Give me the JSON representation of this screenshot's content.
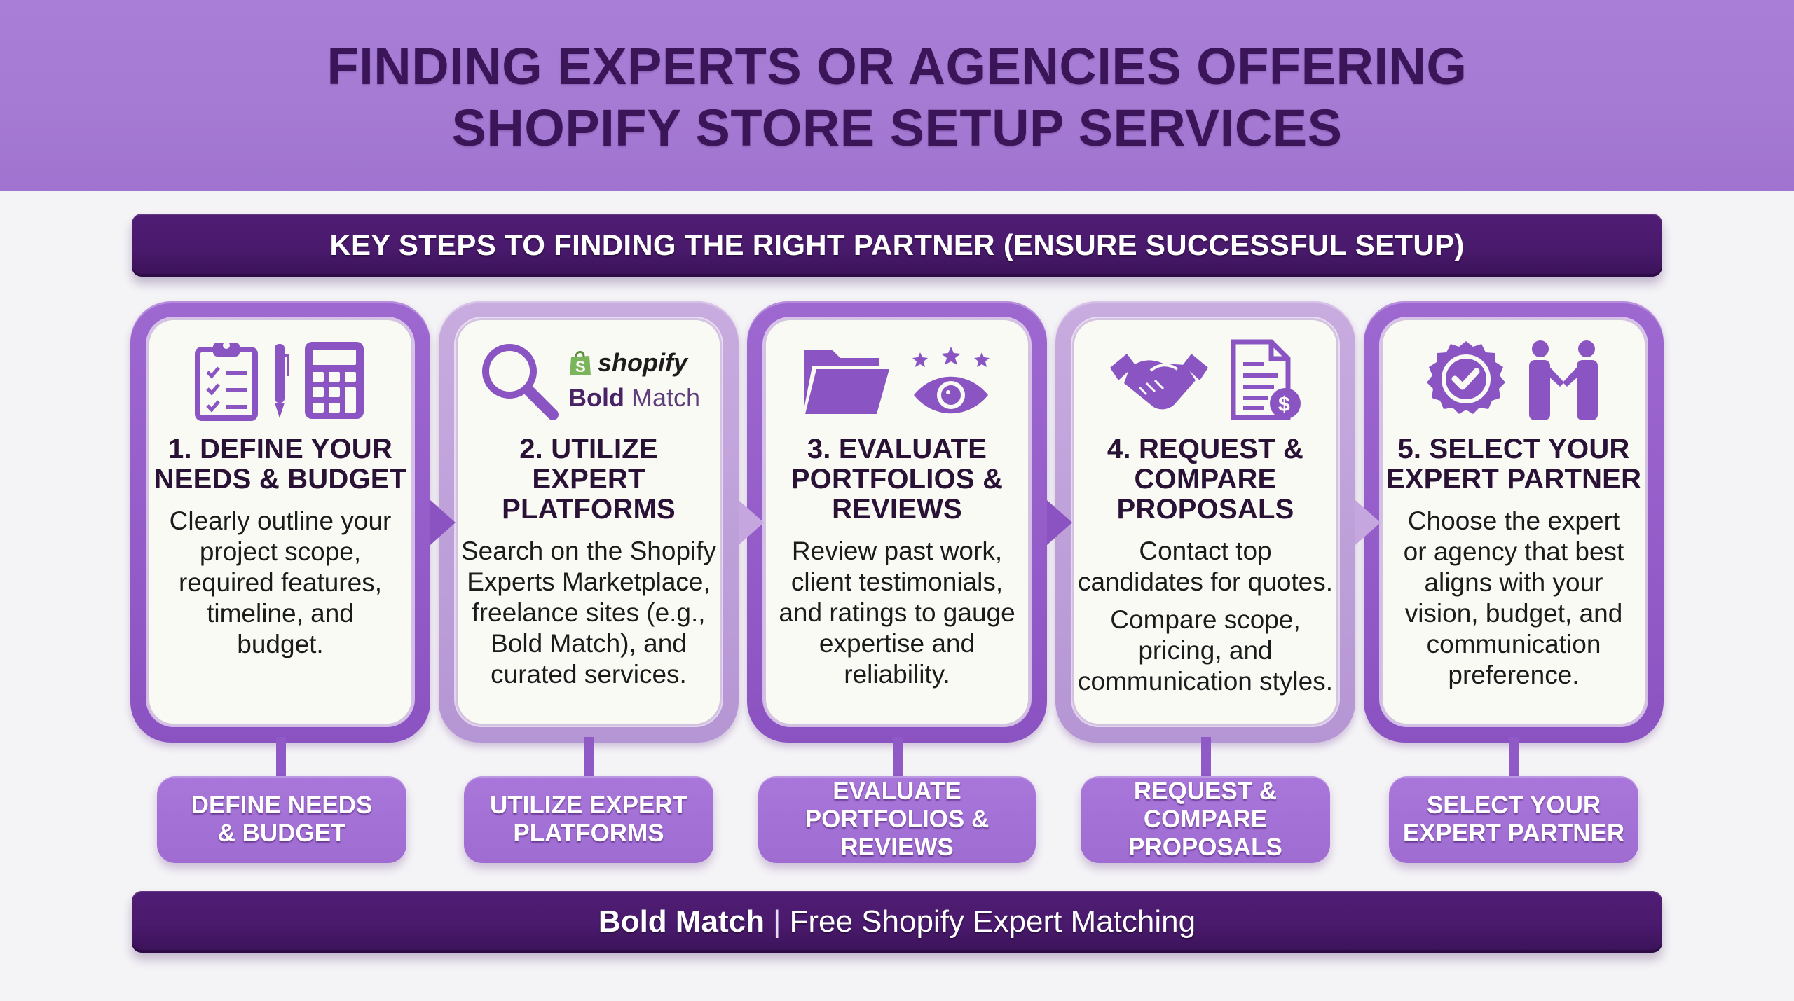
{
  "header": {
    "title_lines": [
      "FINDING EXPERTS OR AGENCIES OFFERING",
      "SHOPIFY STORE SETUP SERVICES"
    ]
  },
  "subheader": {
    "text": "KEY STEPS TO FINDING THE RIGHT PARTNER (ENSURE SUCCESSFUL SETUP)"
  },
  "steps": [
    {
      "title": "1. DEFINE YOUR NEEDS & BUDGET",
      "title_lines": [
        "1. DEFINE YOUR",
        "NEEDS & BUDGET"
      ],
      "description": [
        "Clearly outline your project scope, required features, timeline, and budget."
      ],
      "icons": [
        "clipboard-checklist-icon",
        "pen-icon",
        "calculator-icon"
      ],
      "label": "DEFINE NEEDS & BUDGET",
      "label_lines": [
        "DEFINE NEEDS",
        "& BUDGET"
      ]
    },
    {
      "title": "2. UTILIZE EXPERT PLATFORMS",
      "title_lines": [
        "2. UTILIZE",
        "EXPERT",
        "PLATFORMS"
      ],
      "description": [
        "Search on the Shopify Experts Marketplace, freelance sites (e.g., Bold Match), and curated services."
      ],
      "icons": [
        "magnifying-glass-icon",
        "shopify-logo",
        "bold-match-logo"
      ],
      "logo_shopify": "shopify",
      "logo_bold": "Bold",
      "logo_match": "Match",
      "label": "UTILIZE EXPERT PLATFORMS",
      "label_lines": [
        "UTILIZE EXPERT",
        "PLATFORMS"
      ]
    },
    {
      "title": "3. EVALUATE PORTFOLIOS & REVIEWS",
      "title_lines": [
        "3. EVALUATE",
        "PORTFOLIOS &",
        "REVIEWS"
      ],
      "description": [
        "Review past work, client testimonials, and ratings to gauge expertise and reliability."
      ],
      "icons": [
        "folder-icon",
        "stars-icon",
        "eye-icon"
      ],
      "label": "EVALUATE PORTFOLIOS & REVIEWS",
      "label_lines": [
        "EVALUATE",
        "PORTFOLIOS & REVIEWS"
      ]
    },
    {
      "title": "4. REQUEST & COMPARE PROPOSALS",
      "title_lines": [
        "4. REQUEST &",
        "COMPARE",
        "PROPOSALS"
      ],
      "description": [
        "Contact top candidates for quotes.",
        "Compare scope, pricing, and communication styles."
      ],
      "icons": [
        "handshake-icon",
        "invoice-dollar-icon"
      ],
      "label": "REQUEST & COMPARE PROPOSALS",
      "label_lines": [
        "REQUEST & COMPARE",
        "PROPOSALS"
      ]
    },
    {
      "title": "5. SELECT YOUR EXPERT PARTNER",
      "title_lines": [
        "5. SELECT YOUR",
        "EXPERT PARTNER"
      ],
      "description": [
        "Choose the expert or agency that best aligns with your vision, budget, and communication preference."
      ],
      "icons": [
        "verified-badge-icon",
        "people-handshake-icon"
      ],
      "label": "SELECT YOUR EXPERT PARTNER",
      "label_lines": [
        "SELECT YOUR",
        "EXPERT PARTNER"
      ]
    }
  ],
  "footer": {
    "brand": "Bold Match",
    "separator": "|",
    "tagline": "Free Shopify Expert Matching"
  },
  "colors": {
    "banner_bg": "#a57ad3",
    "title_text": "#3a1659",
    "dark_bar": "#4a1a6d",
    "card_frame": "#8b53c1",
    "card_frame_light": "#b596d4",
    "card_fill": "#fafaf5",
    "label_bg": "#a472d6",
    "icon": "#8a55c2",
    "shopify_green": "#7ab55c"
  }
}
